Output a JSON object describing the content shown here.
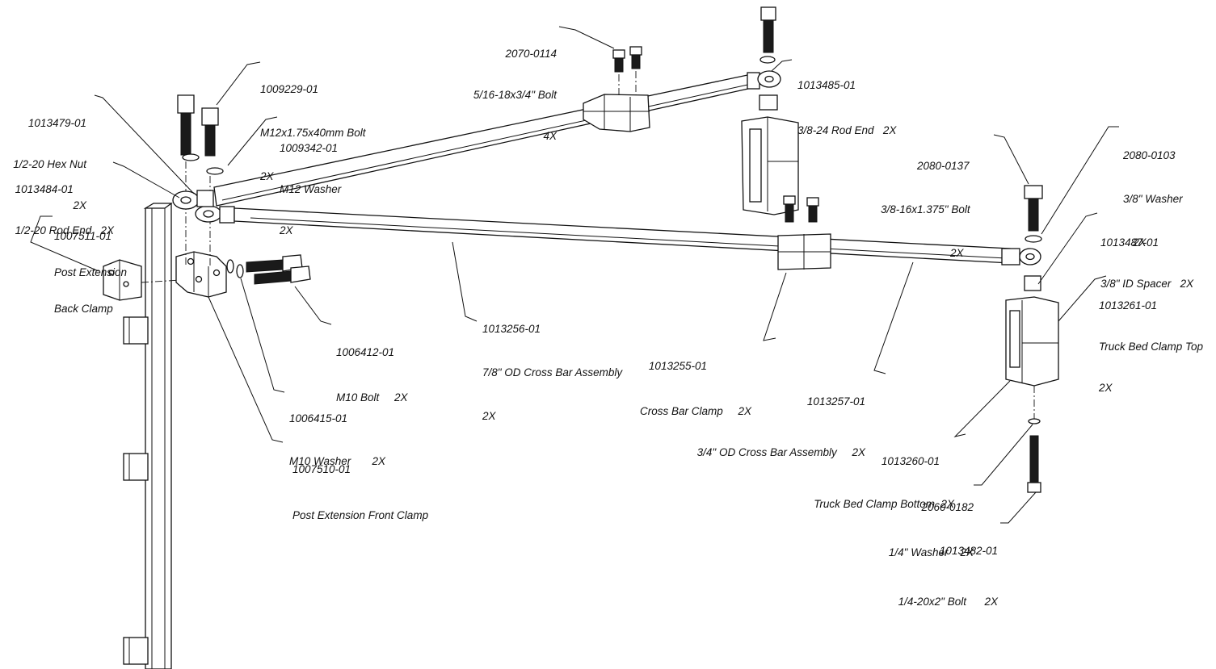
{
  "callouts": [
    {
      "id": "2070-0114",
      "lines": [
        "2070-0114",
        "5/16-18x3/4\" Bolt",
        "4X"
      ]
    },
    {
      "id": "1013485-01",
      "lines": [
        "1013485-01",
        "3/8-24 Rod End   2X"
      ]
    },
    {
      "id": "1009229-01",
      "lines": [
        "1009229-01",
        "M12x1.75x40mm Bolt",
        "2X"
      ]
    },
    {
      "id": "1013479-01",
      "lines": [
        "1013479-01",
        "1/2-20 Hex Nut",
        "2X"
      ]
    },
    {
      "id": "1009342-01",
      "lines": [
        "1009342-01",
        "M12 Washer",
        "2X"
      ]
    },
    {
      "id": "1013484-01",
      "lines": [
        "1013484-01",
        "1/2-20 Rod End   2X"
      ]
    },
    {
      "id": "1007511-01",
      "lines": [
        "1007511-01",
        "Post Extension",
        "Back Clamp"
      ]
    },
    {
      "id": "2080-0137",
      "lines": [
        "2080-0137",
        "3/8-16x1.375\" Bolt",
        "2X"
      ]
    },
    {
      "id": "2080-0103",
      "lines": [
        "2080-0103",
        "3/8\" Washer",
        "2X"
      ]
    },
    {
      "id": "1013487-01",
      "lines": [
        "1013487-01",
        "3/8\" ID Spacer   2X"
      ]
    },
    {
      "id": "1013261-01",
      "lines": [
        "1013261-01",
        "Truck Bed Clamp Top",
        "2X"
      ]
    },
    {
      "id": "1006412-01",
      "lines": [
        "1006412-01",
        "M10 Bolt     2X"
      ]
    },
    {
      "id": "1013256-01",
      "lines": [
        "1013256-01",
        "7/8\" OD Cross Bar Assembly",
        "2X"
      ]
    },
    {
      "id": "1013255-01",
      "lines": [
        "1013255-01",
        "Cross Bar Clamp     2X"
      ]
    },
    {
      "id": "1013257-01",
      "lines": [
        "1013257-01",
        "3/4\" OD Cross Bar Assembly     2X"
      ]
    },
    {
      "id": "1006415-01",
      "lines": [
        "1006415-01",
        "M10 Washer       2X"
      ]
    },
    {
      "id": "1007510-01",
      "lines": [
        "1007510-01",
        "Post Extension Front Clamp"
      ]
    },
    {
      "id": "1013260-01",
      "lines": [
        "1013260-01",
        "Truck Bed Clamp Bottom  2X"
      ]
    },
    {
      "id": "2060-0182",
      "lines": [
        "2060-0182",
        "1/4\" Washer    2X"
      ]
    },
    {
      "id": "1013482-01",
      "lines": [
        "1013482-01",
        "1/4-20x2\" Bolt      2X"
      ]
    }
  ]
}
